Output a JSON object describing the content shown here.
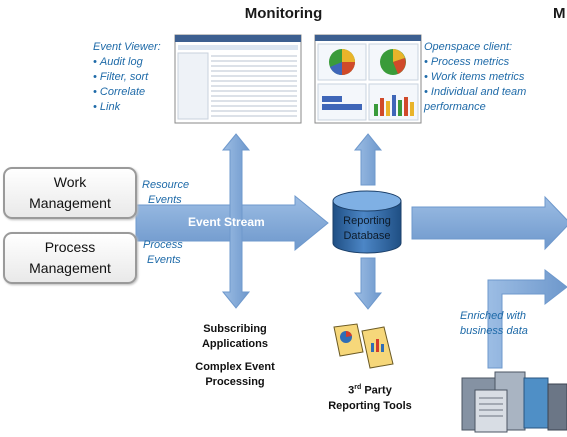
{
  "title": "Monitoring",
  "title_cut": "M",
  "event_viewer": {
    "heading": "Event Viewer:",
    "items": [
      "Audit log",
      "Filter, sort",
      "Correlate",
      "Link"
    ]
  },
  "openspace": {
    "heading": "Openspace client:",
    "items": [
      "Process metrics",
      "Work items metrics",
      "Individual and team performance"
    ]
  },
  "work_management": {
    "line1": "Work",
    "line2": "Management"
  },
  "process_management": {
    "line1": "Process",
    "line2": "Management"
  },
  "resource_events": {
    "line1": "Resource",
    "line2": "Events"
  },
  "process_events": {
    "line1": "Process",
    "line2": "Events"
  },
  "event_stream": "Event Stream",
  "database": {
    "line1": "Reporting",
    "line2": "Database"
  },
  "subscribing": {
    "line1": "Subscribing",
    "line2": "Applications"
  },
  "cep": {
    "line1": "Complex Event",
    "line2": "Processing"
  },
  "third_party": {
    "base": "3",
    "sup": "rd",
    "rest": " Party",
    "line2": "Reporting Tools"
  },
  "enriched": {
    "line1": "Enriched with",
    "line2": "business data"
  },
  "colors": {
    "arrow": "#7fa8d8",
    "arrow_stroke": "#5a86be",
    "db": "#2c5f97",
    "text_blue": "#1e6aa8"
  }
}
